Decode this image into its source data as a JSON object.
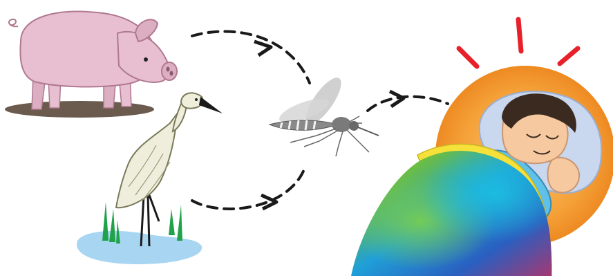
{
  "diagram": {
    "type": "transmission-cycle",
    "text_labels": [],
    "nodes": [
      {
        "id": "pig",
        "icon": "pig-icon",
        "role": "amplifying-host"
      },
      {
        "id": "heron",
        "icon": "heron-icon",
        "role": "reservoir-host"
      },
      {
        "id": "mosquito",
        "icon": "mosquito-icon",
        "role": "vector"
      },
      {
        "id": "human",
        "icon": "sleeping-person-icon",
        "role": "infected-host"
      }
    ],
    "edges": [
      {
        "from": "pig",
        "to": "mosquito",
        "style": "dashed-arrow"
      },
      {
        "from": "heron",
        "to": "mosquito",
        "style": "dashed-arrow"
      },
      {
        "from": "mosquito",
        "to": "human",
        "style": "dashed-arrow"
      }
    ],
    "colors": {
      "pig": "#e7bfd0",
      "heron": "#efeedd",
      "water": "#a8d6f2",
      "reeds": "#1fa24a",
      "halo": "#f39a2c",
      "alert_rays": "#e8202a",
      "pillow": "#c9d7ef",
      "skin": "#f6c9a0",
      "hair": "#3a2a20",
      "shirt": "#5fc0e8",
      "blanket_edge": "#f5e13a",
      "arrow": "#1a1a1a"
    }
  }
}
